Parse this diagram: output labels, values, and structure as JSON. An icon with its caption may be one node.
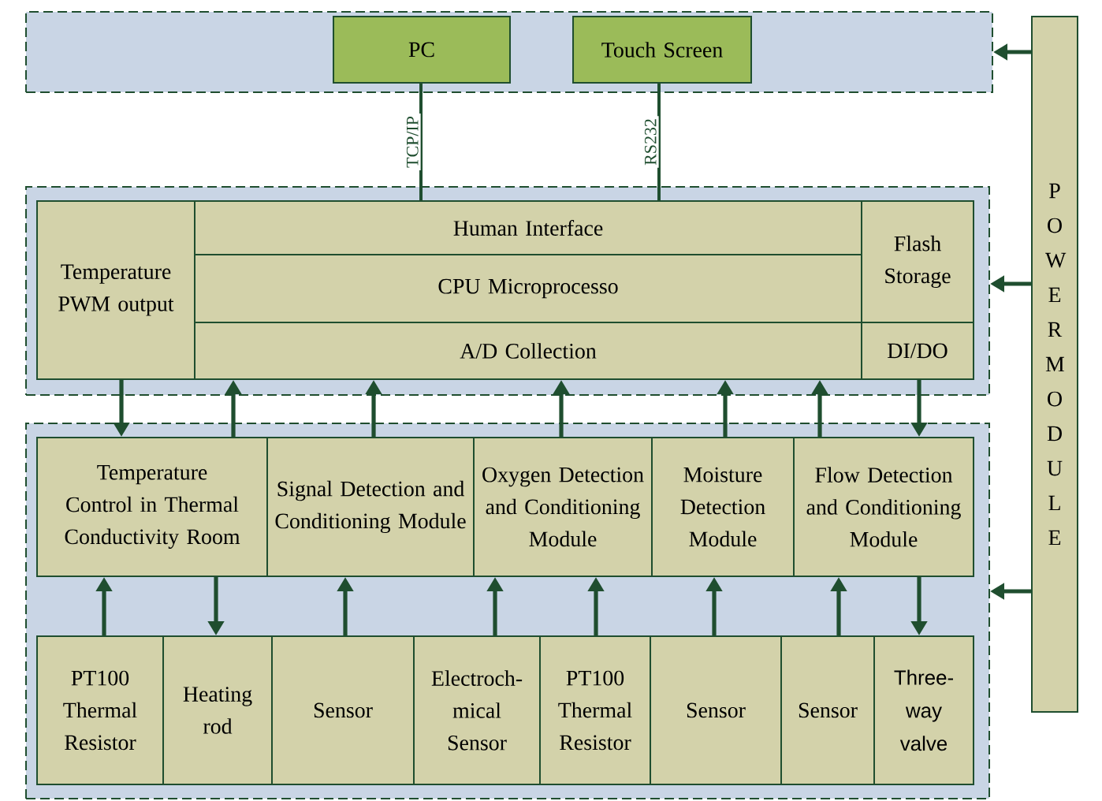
{
  "diagram": {
    "nodes": [
      {
        "text": [],
        "shape": "box"
      },
      {
        "text": [
          "PC"
        ],
        "in": 0
      },
      {
        "text": [
          "Touch Screen"
        ],
        "in": 0
      },
      {
        "text": [],
        "shape": "box"
      },
      {
        "text": [
          "Temperature PWM output"
        ],
        "in": 3
      },
      {
        "text": [
          "Human Interface"
        ],
        "in": 3
      },
      {
        "text": [
          "CPU Microprocesso"
        ],
        "in": 3
      },
      {
        "text": [
          "A/D Collection"
        ],
        "in": 3
      },
      {
        "text": [
          "Flash Storage"
        ],
        "in": 3
      },
      {
        "text": [
          "DI/DO"
        ],
        "in": 3
      },
      {
        "text": [],
        "shape": "box"
      },
      {
        "text": [
          "Temperature Control in Thermal Conductivity Room"
        ],
        "in": 10
      },
      {
        "text": [
          "Signal Detection and Conditioning Module"
        ],
        "in": 10
      },
      {
        "text": [
          "Oxygen Detection and Conditioning Module"
        ],
        "in": 10
      },
      {
        "text": [
          "Moisture Detection Module"
        ],
        "in": 10
      },
      {
        "text": [
          "Flow Detection and Conditioning Module"
        ],
        "in": 10
      },
      {
        "text": [
          "PT100 Thermal Resistor"
        ],
        "in": 10
      },
      {
        "text": [
          "Heating rod"
        ],
        "in": 10
      },
      {
        "text": [
          "Sensor"
        ],
        "in": 10
      },
      {
        "text": [
          "Electroch-mical Sensor"
        ],
        "in": 10
      },
      {
        "text": [
          "PT100 Thermal Resistor"
        ],
        "in": 10
      },
      {
        "text": [
          "Sensor"
        ],
        "in": 10
      },
      {
        "text": [
          "Sensor"
        ],
        "in": 10
      },
      {
        "text": [
          "Three-way valve"
        ],
        "in": 10
      },
      {
        "text": [
          "P O W E R M O D U L E"
        ]
      }
    ],
    "edges": [
      {
        "from": 1,
        "to": 5,
        "arrow": "none",
        "label": "TCP/IP"
      },
      {
        "from": 2,
        "to": 5,
        "arrow": "none",
        "label": "RS232"
      },
      {
        "from": 24,
        "to": 0,
        "arrow": "to"
      },
      {
        "from": 24,
        "to": 3,
        "arrow": "to"
      },
      {
        "from": 24,
        "to": 10,
        "arrow": "to"
      },
      {
        "from": 4,
        "to": 11,
        "arrow": "to"
      },
      {
        "from": 11,
        "to": 7,
        "arrow": "to"
      },
      {
        "from": 12,
        "to": 7,
        "arrow": "to"
      },
      {
        "from": 13,
        "to": 7,
        "arrow": "to"
      },
      {
        "from": 14,
        "to": 7,
        "arrow": "to"
      },
      {
        "from": 15,
        "to": 7,
        "arrow": "to"
      },
      {
        "from": 9,
        "to": 15,
        "arrow": "to"
      },
      {
        "from": 16,
        "to": 11,
        "arrow": "to"
      },
      {
        "from": 11,
        "to": 17,
        "arrow": "to"
      },
      {
        "from": 18,
        "to": 12,
        "arrow": "to"
      },
      {
        "from": 19,
        "to": 13,
        "arrow": "to"
      },
      {
        "from": 20,
        "to": 13,
        "arrow": "to"
      },
      {
        "from": 21,
        "to": 14,
        "arrow": "to"
      },
      {
        "from": 22,
        "to": 15,
        "arrow": "to"
      },
      {
        "from": 15,
        "to": 23,
        "arrow": "to"
      }
    ]
  }
}
